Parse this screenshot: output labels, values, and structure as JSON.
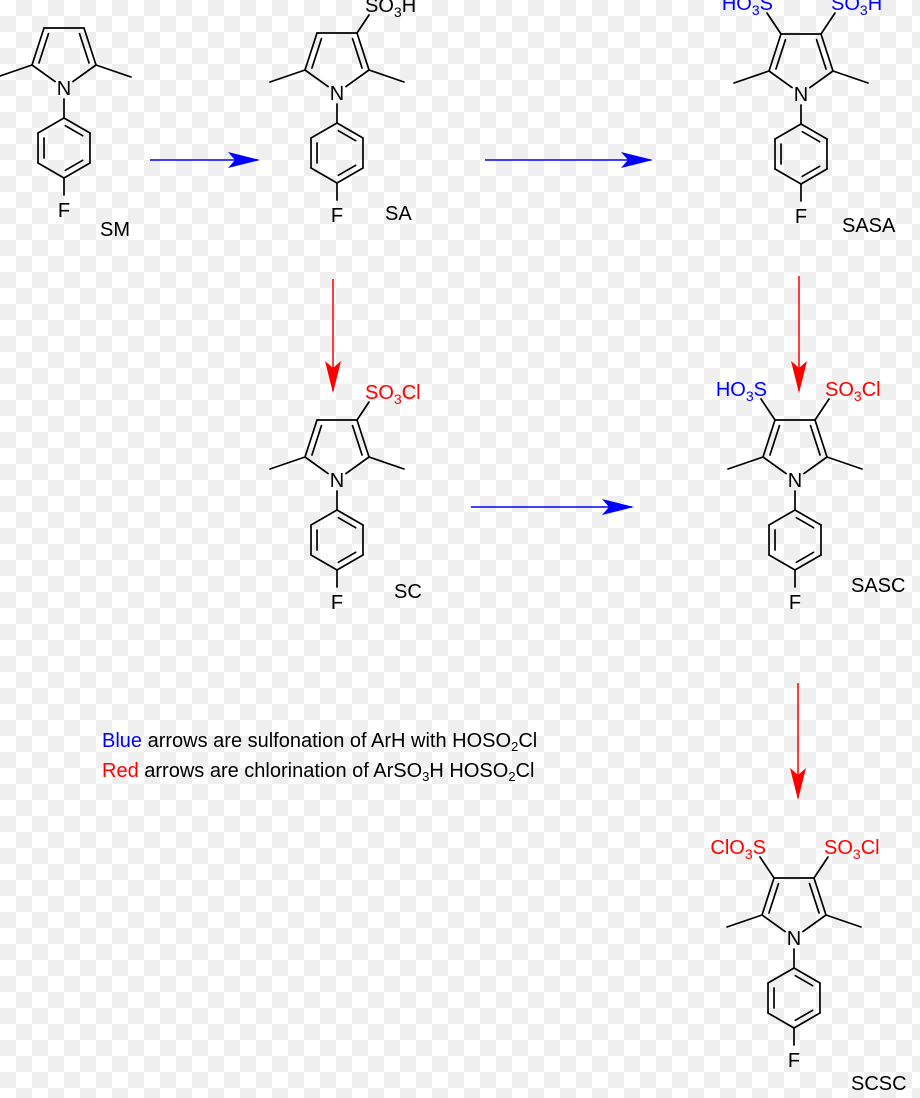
{
  "colors": {
    "blue": "#0000ff",
    "red": "#ff0000",
    "bond": "#000000",
    "text": "#000000"
  },
  "compounds": [
    {
      "id": "SM",
      "label": "SM",
      "subst_right": null,
      "subst_left": null
    },
    {
      "id": "SA",
      "label": "SA",
      "subst_right": {
        "text": "SO3H",
        "color": "black"
      },
      "subst_left": null
    },
    {
      "id": "SASA",
      "label": "SASA",
      "subst_right": {
        "text": "SO3H",
        "color": "blue"
      },
      "subst_left": {
        "text": "HO3S",
        "color": "blue"
      }
    },
    {
      "id": "SC",
      "label": "SC",
      "subst_right": {
        "text": "SO3Cl",
        "color": "red"
      },
      "subst_left": null
    },
    {
      "id": "SASC",
      "label": "SASC",
      "subst_right": {
        "text": "SO3Cl",
        "color": "red"
      },
      "subst_left": {
        "text": "HO3S",
        "color": "blue"
      }
    },
    {
      "id": "SCSC",
      "label": "SCSC",
      "subst_right": {
        "text": "SO3Cl",
        "color": "red"
      },
      "subst_left": {
        "text": "ClO3S",
        "color": "red"
      }
    }
  ],
  "atoms": {
    "nitrogen": "N",
    "fluorine": "F"
  },
  "arrows": [
    {
      "from": "SM",
      "to": "SA",
      "color": "blue"
    },
    {
      "from": "SA",
      "to": "SASA",
      "color": "blue"
    },
    {
      "from": "SA",
      "to": "SC",
      "color": "red"
    },
    {
      "from": "SASA",
      "to": "SASC",
      "color": "red"
    },
    {
      "from": "SC",
      "to": "SASC",
      "color": "blue"
    },
    {
      "from": "SASC",
      "to": "SCSC",
      "color": "red"
    }
  ],
  "legend": {
    "line1": {
      "color_word": "Blue",
      "pre": " arrows are sulfonation of ArH with HOSO",
      "sub": "2",
      "post": "Cl"
    },
    "line2": {
      "color_word": "Red",
      "pre": " arrows are chlorination of ArSO",
      "sub": "3",
      "mid": "H HOSO",
      "sub2": "2",
      "post": "Cl"
    }
  }
}
